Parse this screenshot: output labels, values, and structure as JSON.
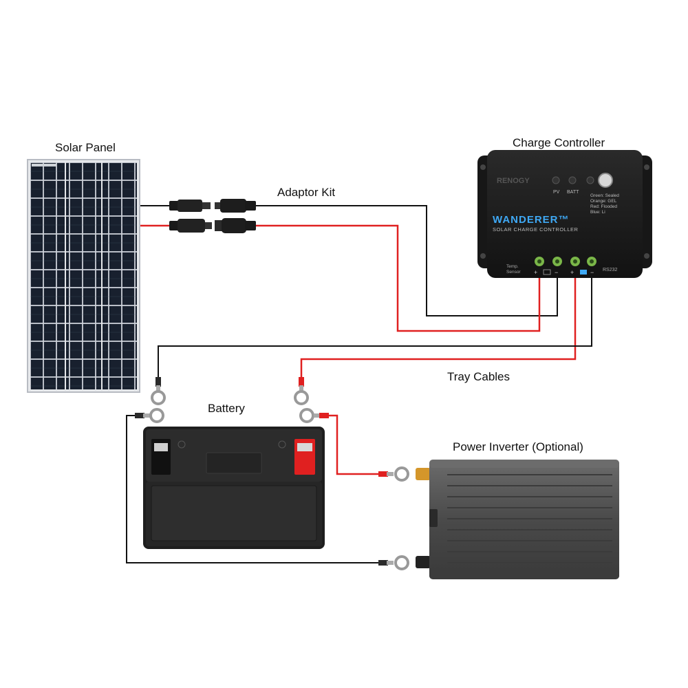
{
  "labels": {
    "solar_panel": "Solar Panel",
    "charge_controller": "Charge Controller",
    "adaptor_kit": "Adaptor Kit",
    "tray_cables": "Tray Cables",
    "battery": "Battery",
    "power_inverter": "Power Inverter (Optional)"
  },
  "controller": {
    "brand": "RENOGY",
    "model": "WANDERER™",
    "subtitle": "SOLAR CHARGE CONTROLLER",
    "pv_led": "PV",
    "batt_led": "BATT",
    "legend": [
      "Green: Sealed",
      "Orange: GEL",
      "Red: Flooded",
      "Blue: Li"
    ],
    "temp_sensor": "Temp.",
    "temp_sensor_2": "Sensor",
    "rs232": "RS232",
    "plus_1": "+",
    "minus_1": "−",
    "plus_2": "+",
    "minus_2": "−"
  },
  "colors": {
    "positive_wire": "#e02020",
    "negative_wire": "#111111",
    "panel_cell": "#1a2233",
    "controller_body": "#1c1c1c",
    "controller_accent": "#3fa9f5",
    "battery_body": "#2a2a2a",
    "battery_positive": "#e02020",
    "inverter_body": "#5a5a5a"
  }
}
